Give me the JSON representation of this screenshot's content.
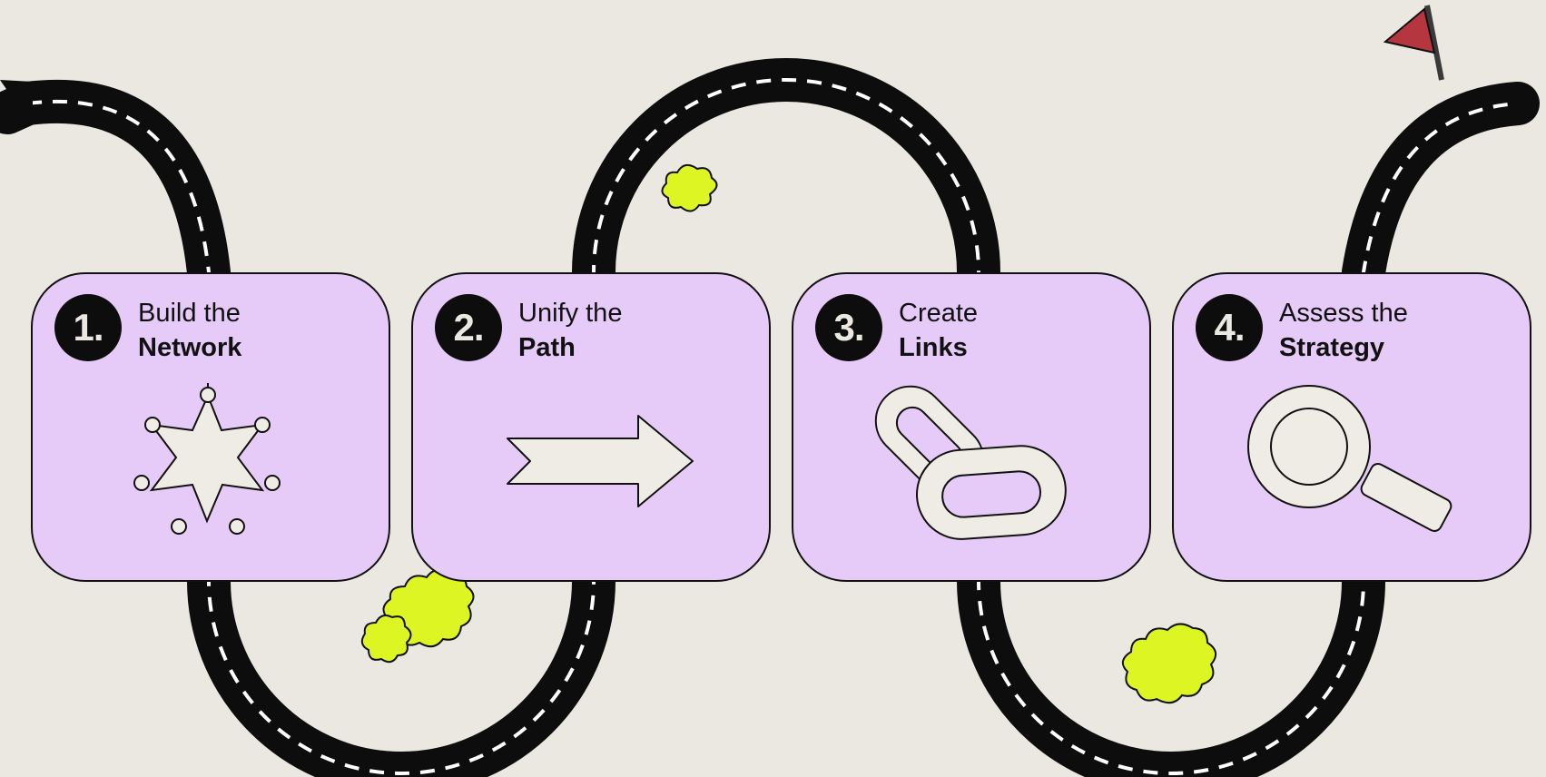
{
  "colors": {
    "background": "#ebe8e1",
    "card_fill": "#e6cbf9",
    "road": "#0d0d0d",
    "road_markings": "#ffffff",
    "bush": "#dcf523",
    "flag": "#b5363f",
    "icon_fill": "#efece5",
    "outline": "#111111"
  },
  "steps": [
    {
      "number": "1.",
      "line1": "Build the",
      "line2": "Network",
      "icon": "network-star-icon"
    },
    {
      "number": "2.",
      "line1": "Unify the",
      "line2": "Path",
      "icon": "arrow-right-icon"
    },
    {
      "number": "3.",
      "line1": "Create",
      "line2": "Links",
      "icon": "chain-link-icon"
    },
    {
      "number": "4.",
      "line1": "Assess the",
      "line2": "Strategy",
      "icon": "magnifying-glass-icon"
    }
  ],
  "decorations": [
    "winding-road",
    "finish-flag-icon",
    "bush-icon"
  ]
}
